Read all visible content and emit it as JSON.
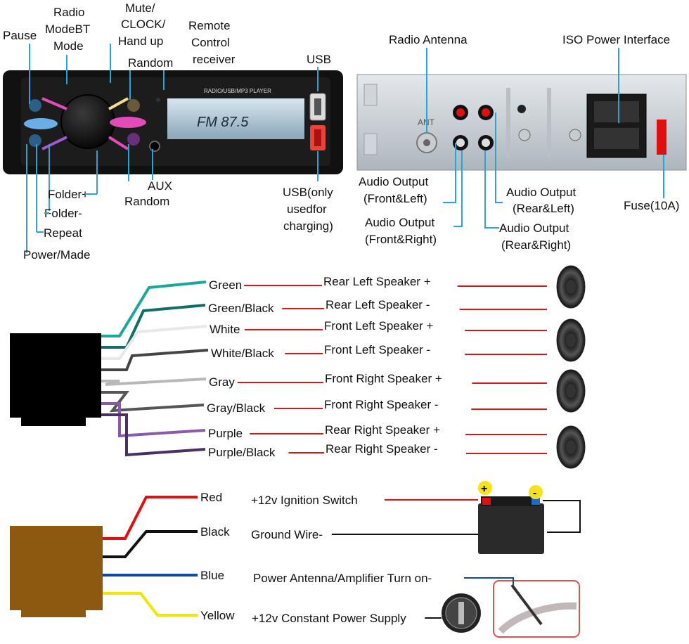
{
  "front_panel": {
    "labels": {
      "pause": "Pause",
      "radio_mode": [
        "Radio",
        "ModeBT",
        "Mode"
      ],
      "mute": [
        "Mute/",
        "CLOCK/",
        "Hand up"
      ],
      "remote": [
        "Remote",
        "Control",
        "receiver"
      ],
      "random_top": "Random",
      "usb": "USB",
      "folder_plus": "Folder+",
      "folder_minus": "Folder-",
      "repeat": "Repeat",
      "power": "Power/Made",
      "aux": [
        "AUX",
        "Random"
      ],
      "usb_charging": [
        "USB(only",
        "usedfor",
        "charging)"
      ]
    },
    "display_text": "FM  87.5",
    "brand_text": "RADIO/USB/MP3  PLAYER"
  },
  "rear_panel": {
    "labels": {
      "antenna": "Radio Antenna",
      "iso": "ISO Power Interface",
      "out_front_left": [
        "Audio Output",
        "(Front&Left)"
      ],
      "out_rear_left": [
        "Audio Output",
        "(Rear&Left)"
      ],
      "out_front_right": [
        "Audio Output",
        "(Front&Right)"
      ],
      "out_rear_right": [
        "Audio Output",
        "(Rear&Right)"
      ],
      "fuse": "Fuse(10A)"
    },
    "ant_text": "ANT"
  },
  "speaker_wiring": [
    {
      "wire": "Green",
      "speaker": "Rear Left Speaker +",
      "color": "#1aa89a"
    },
    {
      "wire": "Green/Black",
      "speaker": "Rear Left Speaker -",
      "color": "#0f6e66"
    },
    {
      "wire": "White",
      "speaker": "Front Left Speaker +",
      "color": "#e8e8e8"
    },
    {
      "wire": "White/Black",
      "speaker": "Front Left Speaker -",
      "color": "#444444"
    },
    {
      "wire": "Gray",
      "speaker": "Front Right Speaker +",
      "color": "#b8b8b8"
    },
    {
      "wire": "Gray/Black",
      "speaker": "Front Right Speaker -",
      "color": "#555555"
    },
    {
      "wire": "Purple",
      "speaker": "Rear Right Speaker +",
      "color": "#8a5aa8"
    },
    {
      "wire": "Purple/Black",
      "speaker": "Rear Right Speaker -",
      "color": "#4a3060"
    }
  ],
  "power_wiring": [
    {
      "wire": "Red",
      "function": "+12v Ignition Switch",
      "color": "#e01010"
    },
    {
      "wire": "Black",
      "function": "Ground Wire-",
      "color": "#111111"
    },
    {
      "wire": "Blue",
      "function": "Power Antenna/Amplifier Turn on-",
      "color": "#0d4aa0"
    },
    {
      "wire": "Yellow",
      "function": "+12v Constant Power Supply",
      "color": "#f2e600"
    }
  ],
  "battery": {
    "plus": "+",
    "minus": "-"
  },
  "colors": {
    "leader_line": "#29a3d9",
    "speaker_line": "#d01a1a",
    "connector_power": "#8b5a10"
  }
}
